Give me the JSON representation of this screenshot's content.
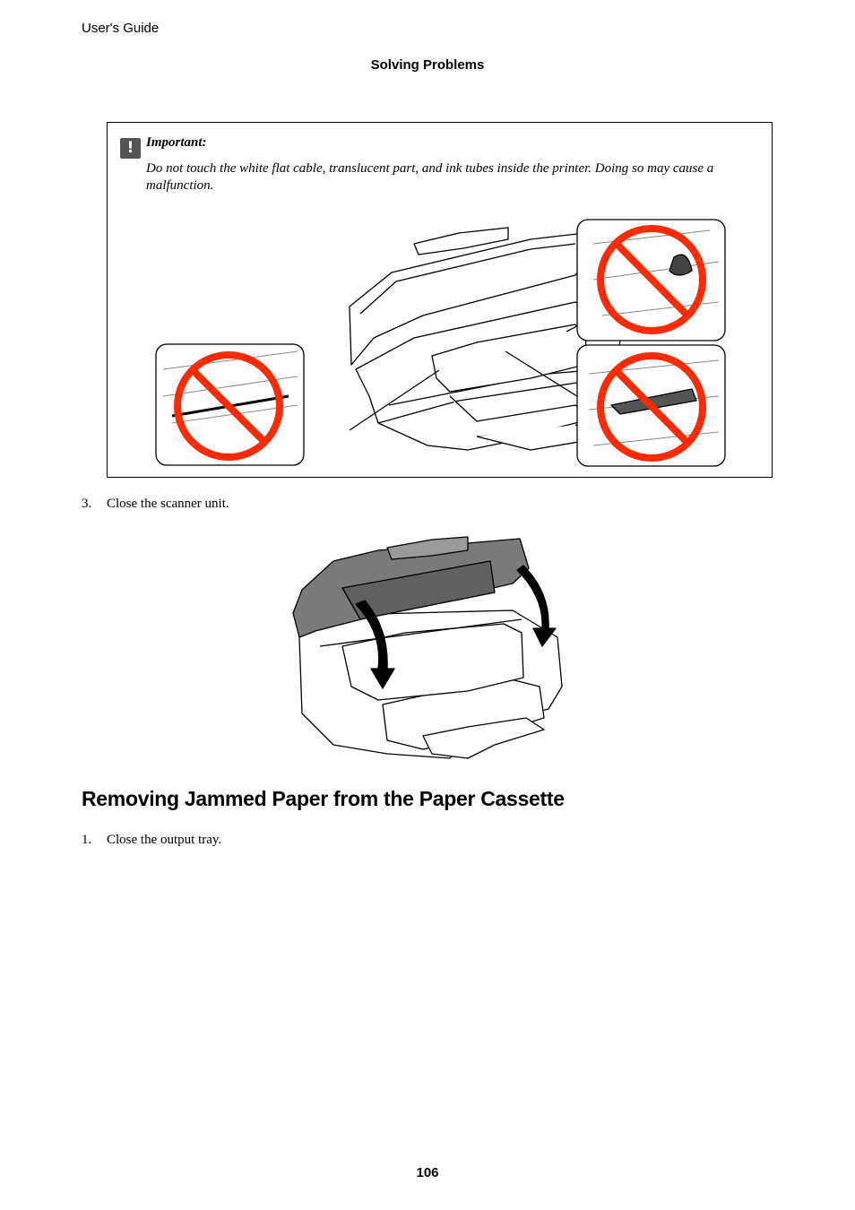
{
  "header": {
    "guide_title": "User's Guide",
    "section_title": "Solving Problems"
  },
  "important": {
    "icon": "exclamation-icon",
    "label": "Important:",
    "text": "Do not touch the white flat cable, translucent part, and ink tubes inside the printer. Doing so may cause a malfunction."
  },
  "steps": [
    {
      "number": "3.",
      "text": "Close the scanner unit."
    },
    {
      "number": "1.",
      "text": "Close the output tray."
    }
  ],
  "heading": "Removing Jammed Paper from the Paper Cassette",
  "footer": {
    "page_number": "106"
  },
  "colors": {
    "prohibition_red": "#ff2a00",
    "lid_gray": "#7a7a7a"
  }
}
